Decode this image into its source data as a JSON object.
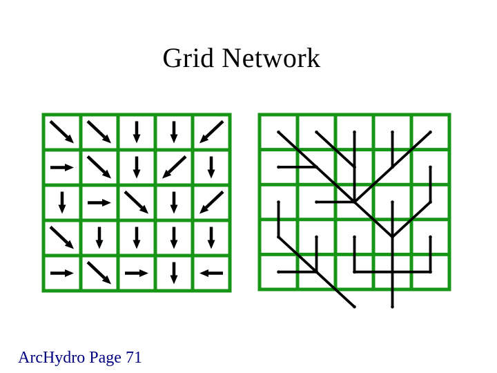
{
  "slide": {
    "title": "Grid Network",
    "footer": "ArcHydro Page 71",
    "background_color": "#ffffff"
  },
  "colors": {
    "grid_line_green": "#179517",
    "ink_black": "#000000",
    "title_black": "#000000",
    "footer_navy": "#000080"
  },
  "flow_direction_grid": {
    "rows": 5,
    "cols": 5,
    "directions": [
      [
        "SE",
        "SE",
        "S",
        "S",
        "SW"
      ],
      [
        "E",
        "SE",
        "S",
        "SW",
        "S"
      ],
      [
        "S",
        "E",
        "SE",
        "S",
        "SW"
      ],
      [
        "SE",
        "S",
        "S",
        "S",
        "S"
      ],
      [
        "E",
        "SE",
        "E",
        "S",
        "W"
      ]
    ]
  },
  "flow_network_grid": {
    "rows": 5,
    "cols": 5
  }
}
